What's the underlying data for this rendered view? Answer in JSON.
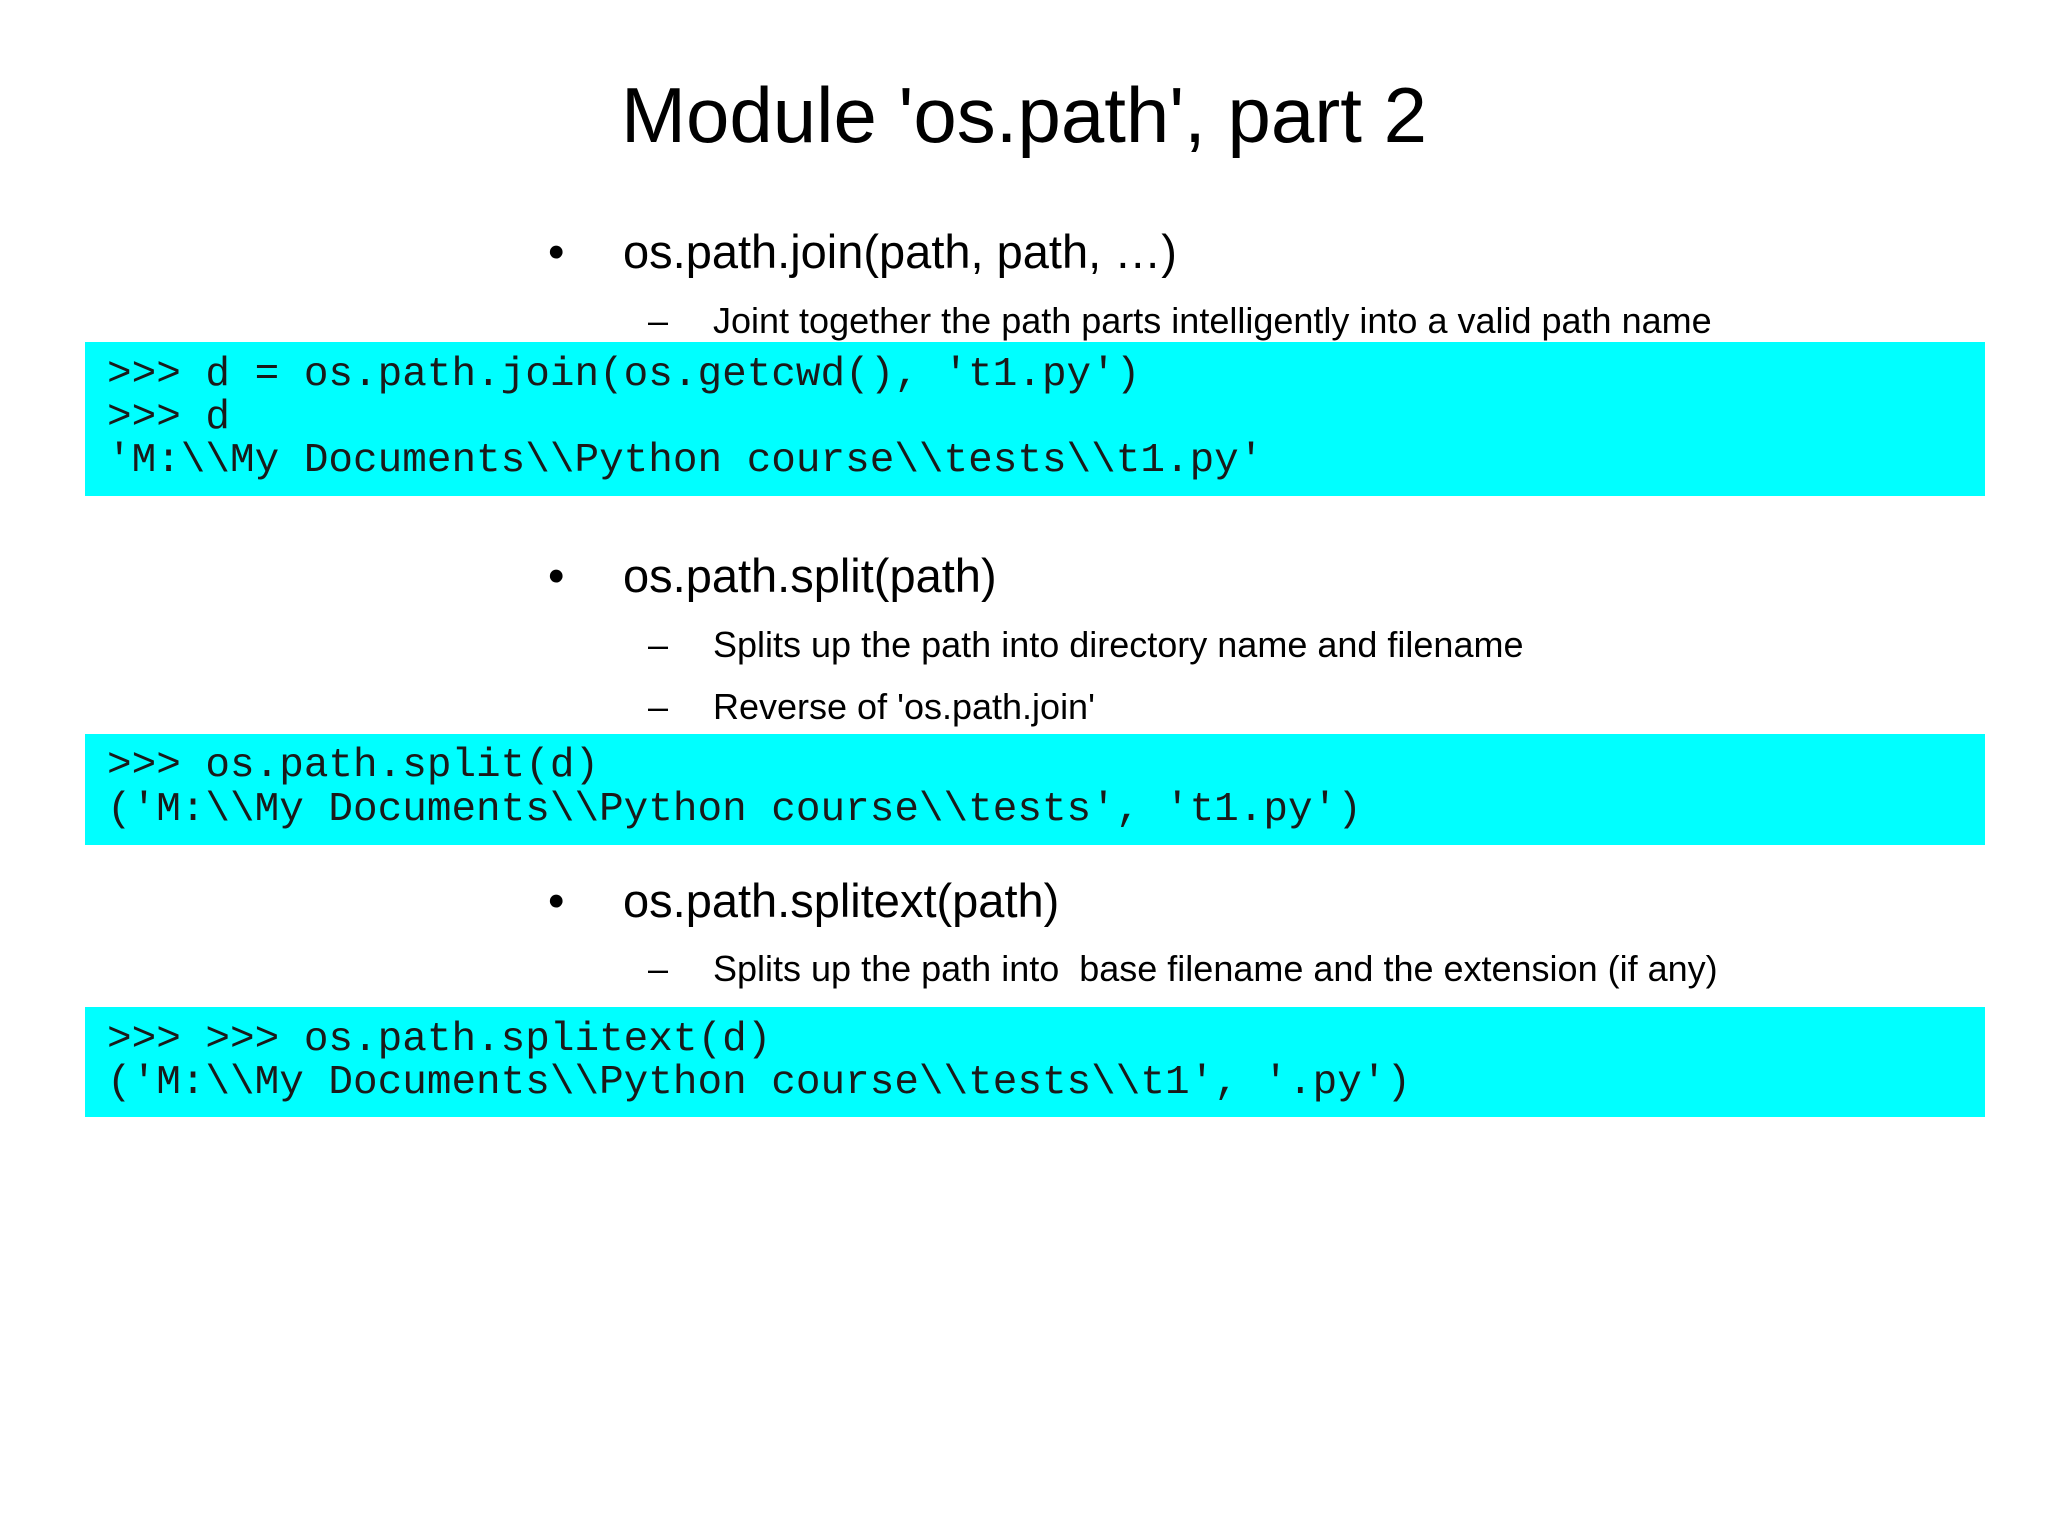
{
  "title": "Module 'os.path', part 2",
  "bullet_char": "•",
  "dash_char": "–",
  "sections": [
    {
      "heading": "os.path.join(path, path, …)",
      "points": [
        "Joint together the path parts intelligently into a valid path name"
      ],
      "code": [
        ">>> d = os.path.join(os.getcwd(), 't1.py')",
        ">>> d",
        "'M:\\\\My Documents\\\\Python course\\\\tests\\\\t1.py'"
      ]
    },
    {
      "heading": "os.path.split(path)",
      "points": [
        "Splits up the path into directory name and filename",
        "Reverse of 'os.path.join'"
      ],
      "code": [
        ">>> os.path.split(d)",
        "('M:\\\\My Documents\\\\Python course\\\\tests', 't1.py')"
      ]
    },
    {
      "heading": "os.path.splitext(path)",
      "points": [
        "Splits up the path into  base filename and the extension (if any)"
      ],
      "code": [
        ">>> >>> os.path.splitext(d)",
        "('M:\\\\My Documents\\\\Python course\\\\tests\\\\t1', '.py')"
      ]
    }
  ],
  "colors": {
    "code_background": "#00ffff",
    "text": "#000000"
  }
}
